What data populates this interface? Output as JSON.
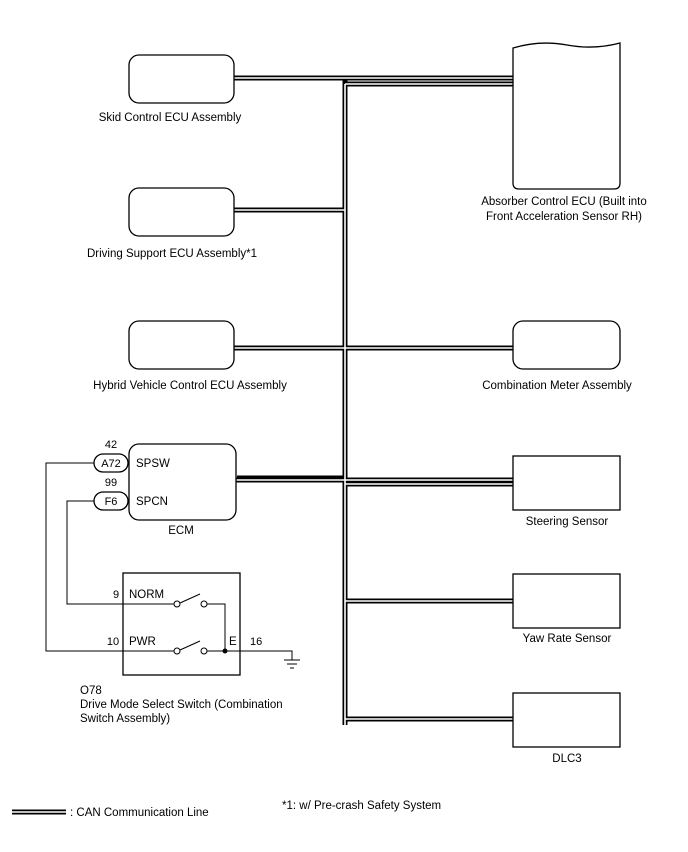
{
  "ecus": {
    "skid": "Skid Control ECU Assembly",
    "driving_support": "Driving Support ECU Assembly*1",
    "hybrid": "Hybrid Vehicle Control ECU Assembly",
    "ecm": "ECM",
    "absorber_line1": "Absorber Control ECU (Built into",
    "absorber_line2": "Front Acceleration Sensor RH)",
    "combination_meter": "Combination Meter Assembly",
    "steering_sensor": "Steering Sensor",
    "yaw_rate_sensor": "Yaw Rate Sensor",
    "dlc3": "DLC3"
  },
  "ecm_pins": {
    "spsw_pin": "42",
    "spsw_connector": "A72",
    "spsw_label": "SPSW",
    "spcn_pin": "99",
    "spcn_connector": "F6",
    "spcn_label": "SPCN"
  },
  "switch": {
    "connector": "O78",
    "name_line1": "Drive Mode Select Switch (Combination",
    "name_line2": "Switch Assembly)",
    "norm_pin": "9",
    "norm_label": "NORM",
    "pwr_pin": "10",
    "pwr_label": "PWR",
    "e_label": "E",
    "e_pin": "16"
  },
  "legend": {
    "can_line": ": CAN Communication Line",
    "footnote": "*1: w/ Pre-crash Safety System"
  },
  "colors": {
    "line": "#000000",
    "background": "#ffffff"
  }
}
